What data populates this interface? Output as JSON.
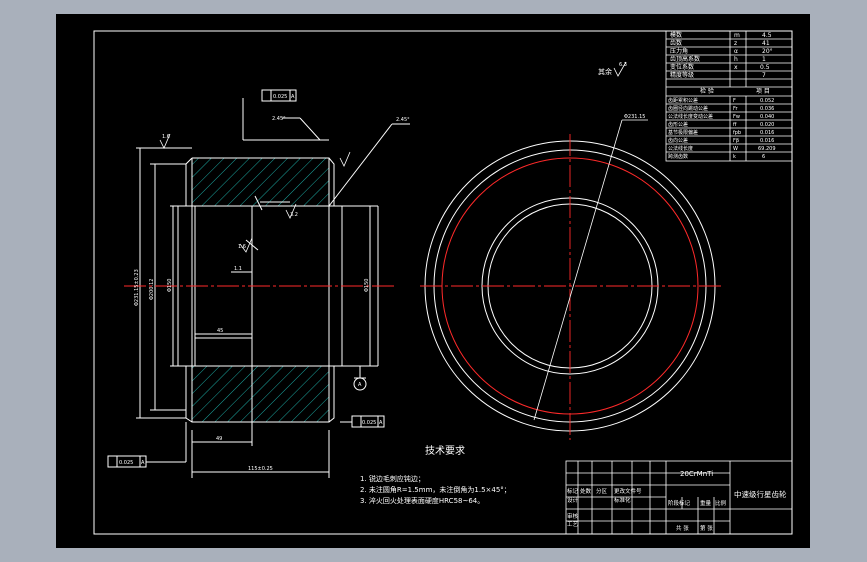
{
  "app": {
    "background": "#a9b0bb",
    "paper": "#000000",
    "line_color": "#ffffff",
    "centerline_color": "#ff2a2a",
    "hatch_color": "#22d0c8"
  },
  "title_block": {
    "material": "20CrMnTi",
    "part_name": "中速级行星齿轮",
    "row1": [
      "标记",
      "处数",
      "分区",
      "更改文件号"
    ],
    "row2": [
      "设计",
      "标准化"
    ],
    "row3": [
      "审核",
      "工艺"
    ],
    "stage": "阶段标记",
    "weight": "重量",
    "scale": "比例",
    "sheets": "共 张",
    "sheet_of": "第 张"
  },
  "tech": {
    "title": "技术要求",
    "items": [
      "1. 锐边毛刺应钝边；",
      "2. 未注圆角R=1.5mm，未注倒角为1.5×45°；",
      "3. 淬火回火处理表面硬度HRC58~64。"
    ]
  },
  "param_table": {
    "rows": [
      [
        "模数",
        "m",
        "4.5"
      ],
      [
        "齿数",
        "z",
        "41"
      ],
      [
        "压力角",
        "α",
        "20°"
      ],
      [
        "齿顶高系数",
        "h",
        "1"
      ],
      [
        "变位系数",
        "x",
        "0.5"
      ],
      [
        "精度等级",
        "",
        "7"
      ]
    ],
    "check_header": [
      "检 验",
      "项 目"
    ],
    "check_rows": [
      [
        "齿距累积公差",
        "F",
        "0.052"
      ],
      [
        "齿圈径向跳动公差",
        "Fr",
        "0.036"
      ],
      [
        "公法线长度变动公差",
        "Fw",
        "0.040"
      ],
      [
        "齿形公差",
        "ff",
        "0.020"
      ],
      [
        "基节极限偏差",
        "fpb",
        "0.016"
      ],
      [
        "齿向公差",
        "Fβ",
        "0.016"
      ],
      [
        "公法线长度",
        "W",
        "69.209"
      ],
      [
        "跨测齿数",
        "k",
        "6"
      ]
    ]
  },
  "annotations": {
    "roughness_rest": "其余",
    "roughness_value": "6.3",
    "tol_top": "0.025",
    "tol_top_datum": "A",
    "tol_mid": "0.025",
    "tol_mid_datum": "A",
    "tol_left": "0.025",
    "tol_left_datum": "A",
    "chamfer_left": "2.45°",
    "chamfer_right": "2.45°",
    "dia_outer": "Φ231.15±0.23",
    "dia_pitch": "Φ200.12",
    "dia_bore_left": "Φ150",
    "dia_bore_right": "Φ150",
    "dim_45": "45",
    "dim_49": "49",
    "dim_width": "115±0.25",
    "dim_11": "1.1",
    "rough_16": "1.6",
    "rough_32": "3.2",
    "rough_12": "1.6",
    "datum_a": "A",
    "circle_dia": "Φ231.15"
  }
}
